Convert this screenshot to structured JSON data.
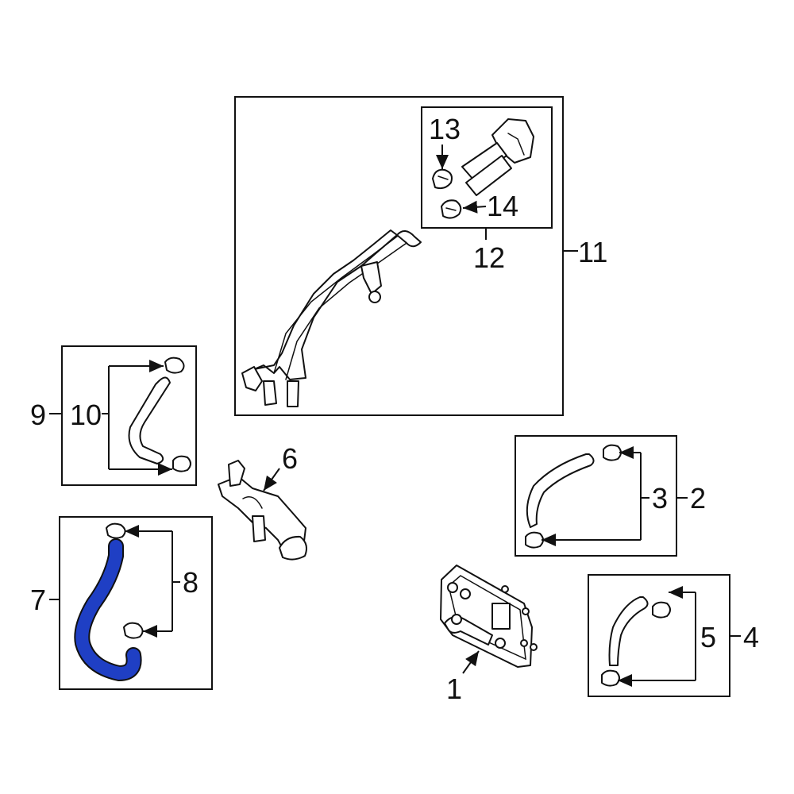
{
  "callouts": {
    "c1": "1",
    "c2": "2",
    "c3": "3",
    "c4": "4",
    "c5": "5",
    "c6": "6",
    "c7": "7",
    "c8": "8",
    "c9": "9",
    "c10": "10",
    "c11": "11",
    "c12": "12",
    "c13": "13",
    "c14": "14"
  },
  "colors": {
    "highlight": "#1f3fc4",
    "line": "#111111",
    "background": "#ffffff"
  }
}
